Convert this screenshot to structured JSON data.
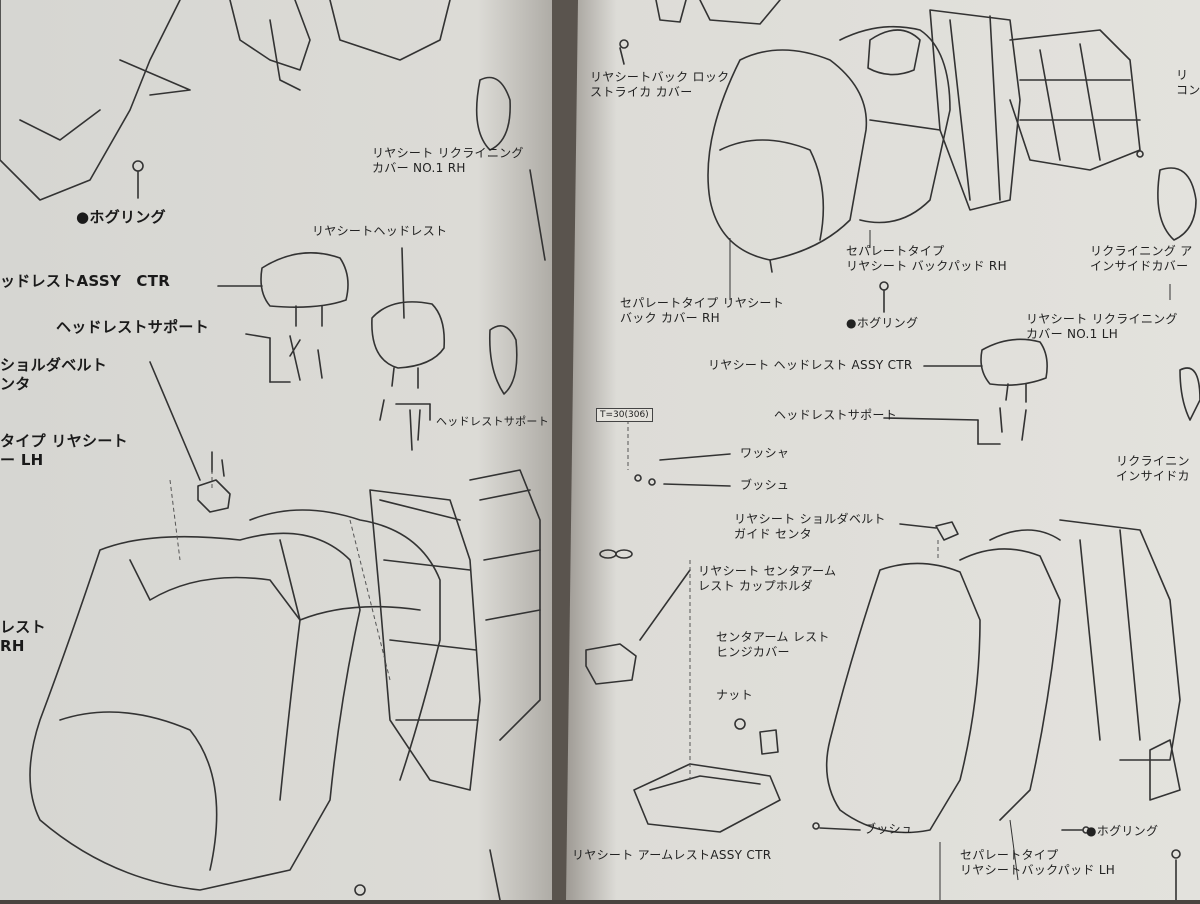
{
  "left_page": {
    "labels": [
      {
        "id": "hog-ring-left",
        "text": "●ホグリング"
      },
      {
        "id": "headrest-assy-ctr-left",
        "text": "ッドレストASSY　CTR"
      },
      {
        "id": "headrest-support-left",
        "text": "ヘッドレストサポート"
      },
      {
        "id": "shoulder-belt-left",
        "text": "ショルダベルト\nンタ"
      },
      {
        "id": "seat-lh-left",
        "text": "タイプ リヤシート\nー LH"
      },
      {
        "id": "headrest-rh-left",
        "text": "レスト\nRH"
      },
      {
        "id": "reclining-cover-rh",
        "text": "リヤシート リクライニング\nカバー NO.1 RH"
      },
      {
        "id": "rear-headrest-left",
        "text": "リヤシートヘッドレスト"
      },
      {
        "id": "headrest-support-small-left",
        "text": "ヘッドレストサポート"
      }
    ]
  },
  "right_page": {
    "labels": [
      {
        "id": "lock-striker-cover",
        "text": "リヤシートバック ロック\nストライカ カバー"
      },
      {
        "id": "back-pad-rh",
        "text": "セパレートタイプ\nリヤシート バックパッド RH"
      },
      {
        "id": "back-cover-rh",
        "text": "セパレートタイプ リヤシート\nバック カバー RH"
      },
      {
        "id": "hog-ring-right-1",
        "text": "●ホグリング"
      },
      {
        "id": "headrest-assy-ctr-right",
        "text": "リヤシート ヘッドレスト ASSY CTR"
      },
      {
        "id": "headrest-support-right",
        "text": "ヘッドレストサポート"
      },
      {
        "id": "washer",
        "text": "ワッシャ"
      },
      {
        "id": "bush-1",
        "text": "ブッシュ"
      },
      {
        "id": "shoulder-belt-guide",
        "text": "リヤシート ショルダベルト\nガイド センタ"
      },
      {
        "id": "cup-holder",
        "text": "リヤシート センタアーム\nレスト カップホルダ"
      },
      {
        "id": "hinge-cover",
        "text": "センタアーム レスト\nヒンジカバー"
      },
      {
        "id": "nut",
        "text": "ナット"
      },
      {
        "id": "bush-2",
        "text": "ブッシュ"
      },
      {
        "id": "armrest-assy-ctr",
        "text": "リヤシート アームレストASSY CTR"
      },
      {
        "id": "back-pad-lh",
        "text": "セパレートタイプ\nリヤシートバックパッド LH"
      },
      {
        "id": "hog-ring-right-2",
        "text": "●ホグリング"
      },
      {
        "id": "reclining-cover-lh",
        "text": "リヤシート リクライニング\nカバー NO.1 LH"
      },
      {
        "id": "reclining-inside-cover-1",
        "text": "リクライニング ア\nインサイドカバー"
      },
      {
        "id": "reclining-inside-cover-2",
        "text": "リクライニン\nインサイドカ"
      },
      {
        "id": "top-right-cut",
        "text": "リ\nコン"
      }
    ],
    "torque": "T=30(306)"
  }
}
